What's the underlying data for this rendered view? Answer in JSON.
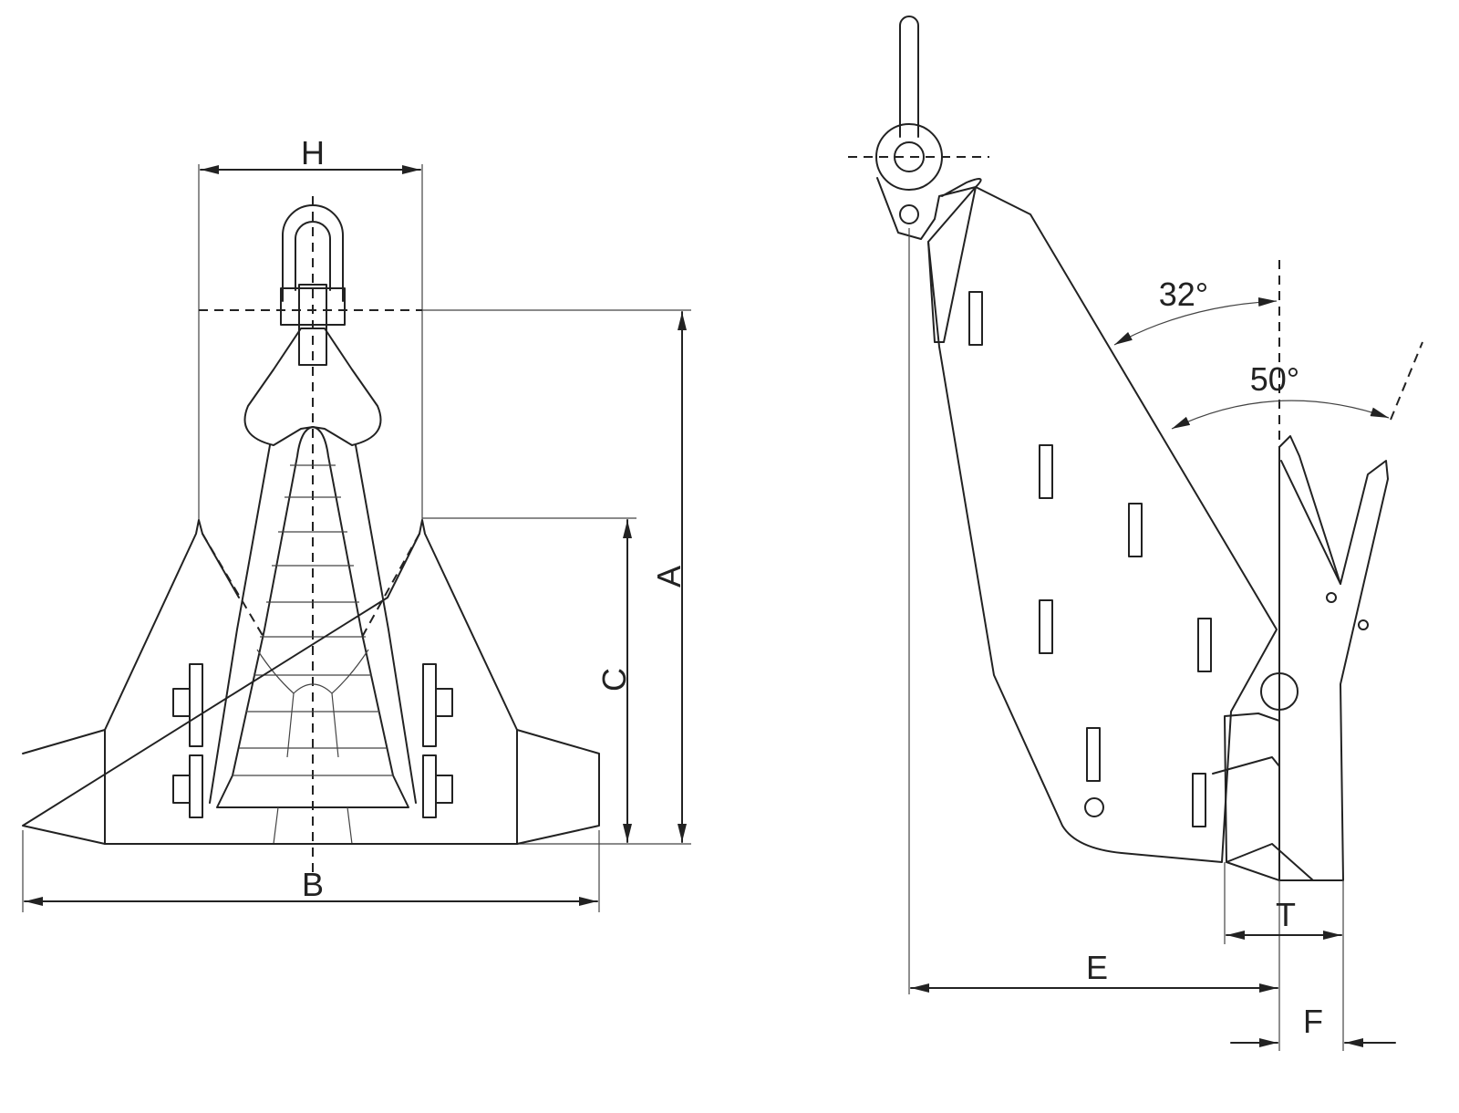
{
  "front_view": {
    "labels": {
      "h": "H",
      "a": "A",
      "c": "C",
      "b": "B"
    }
  },
  "side_view": {
    "labels": {
      "angle_shank": "32°",
      "angle_fluke": "50°",
      "t": "T",
      "e": "E",
      "f": "F"
    }
  }
}
